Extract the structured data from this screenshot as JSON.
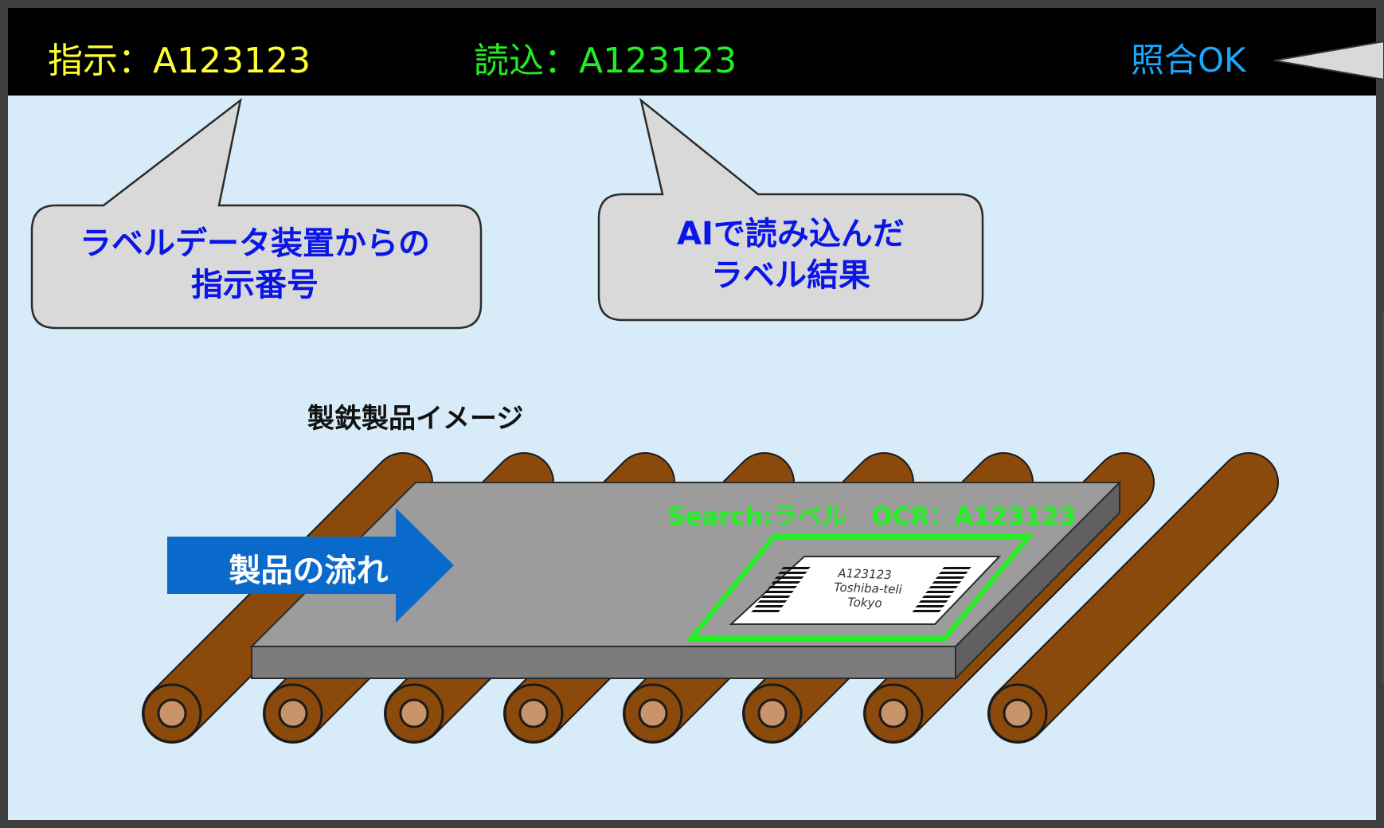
{
  "header": {
    "instruction": "指示：A123123",
    "read": "読込：A123123",
    "match_status": "照合OK"
  },
  "callouts": {
    "instruction_note": [
      "ラベルデータ装置からの",
      "指示番号"
    ],
    "read_note": [
      "AIで読み込んだ",
      "ラベル結果"
    ]
  },
  "product": {
    "caption": "製鉄製品イメージ",
    "flow_label": "製品の流れ",
    "search_label": "Search:ラベル　OCR：A123123"
  },
  "label_tag": {
    "lines": [
      "A123123",
      "Toshiba-teli",
      "Tokyo"
    ]
  },
  "colors": {
    "instruction_text": "#ffff33",
    "read_text": "#22ee22",
    "match_text": "#1aa8ff",
    "callout_text": "#0a16e8",
    "background": "#d7ecf8",
    "roller": "#8b4a0c",
    "roller_core": "#c9946a",
    "plate_top": "#9c9c9c",
    "arrow": "#0a6acc",
    "detection_box": "#22ee22"
  }
}
